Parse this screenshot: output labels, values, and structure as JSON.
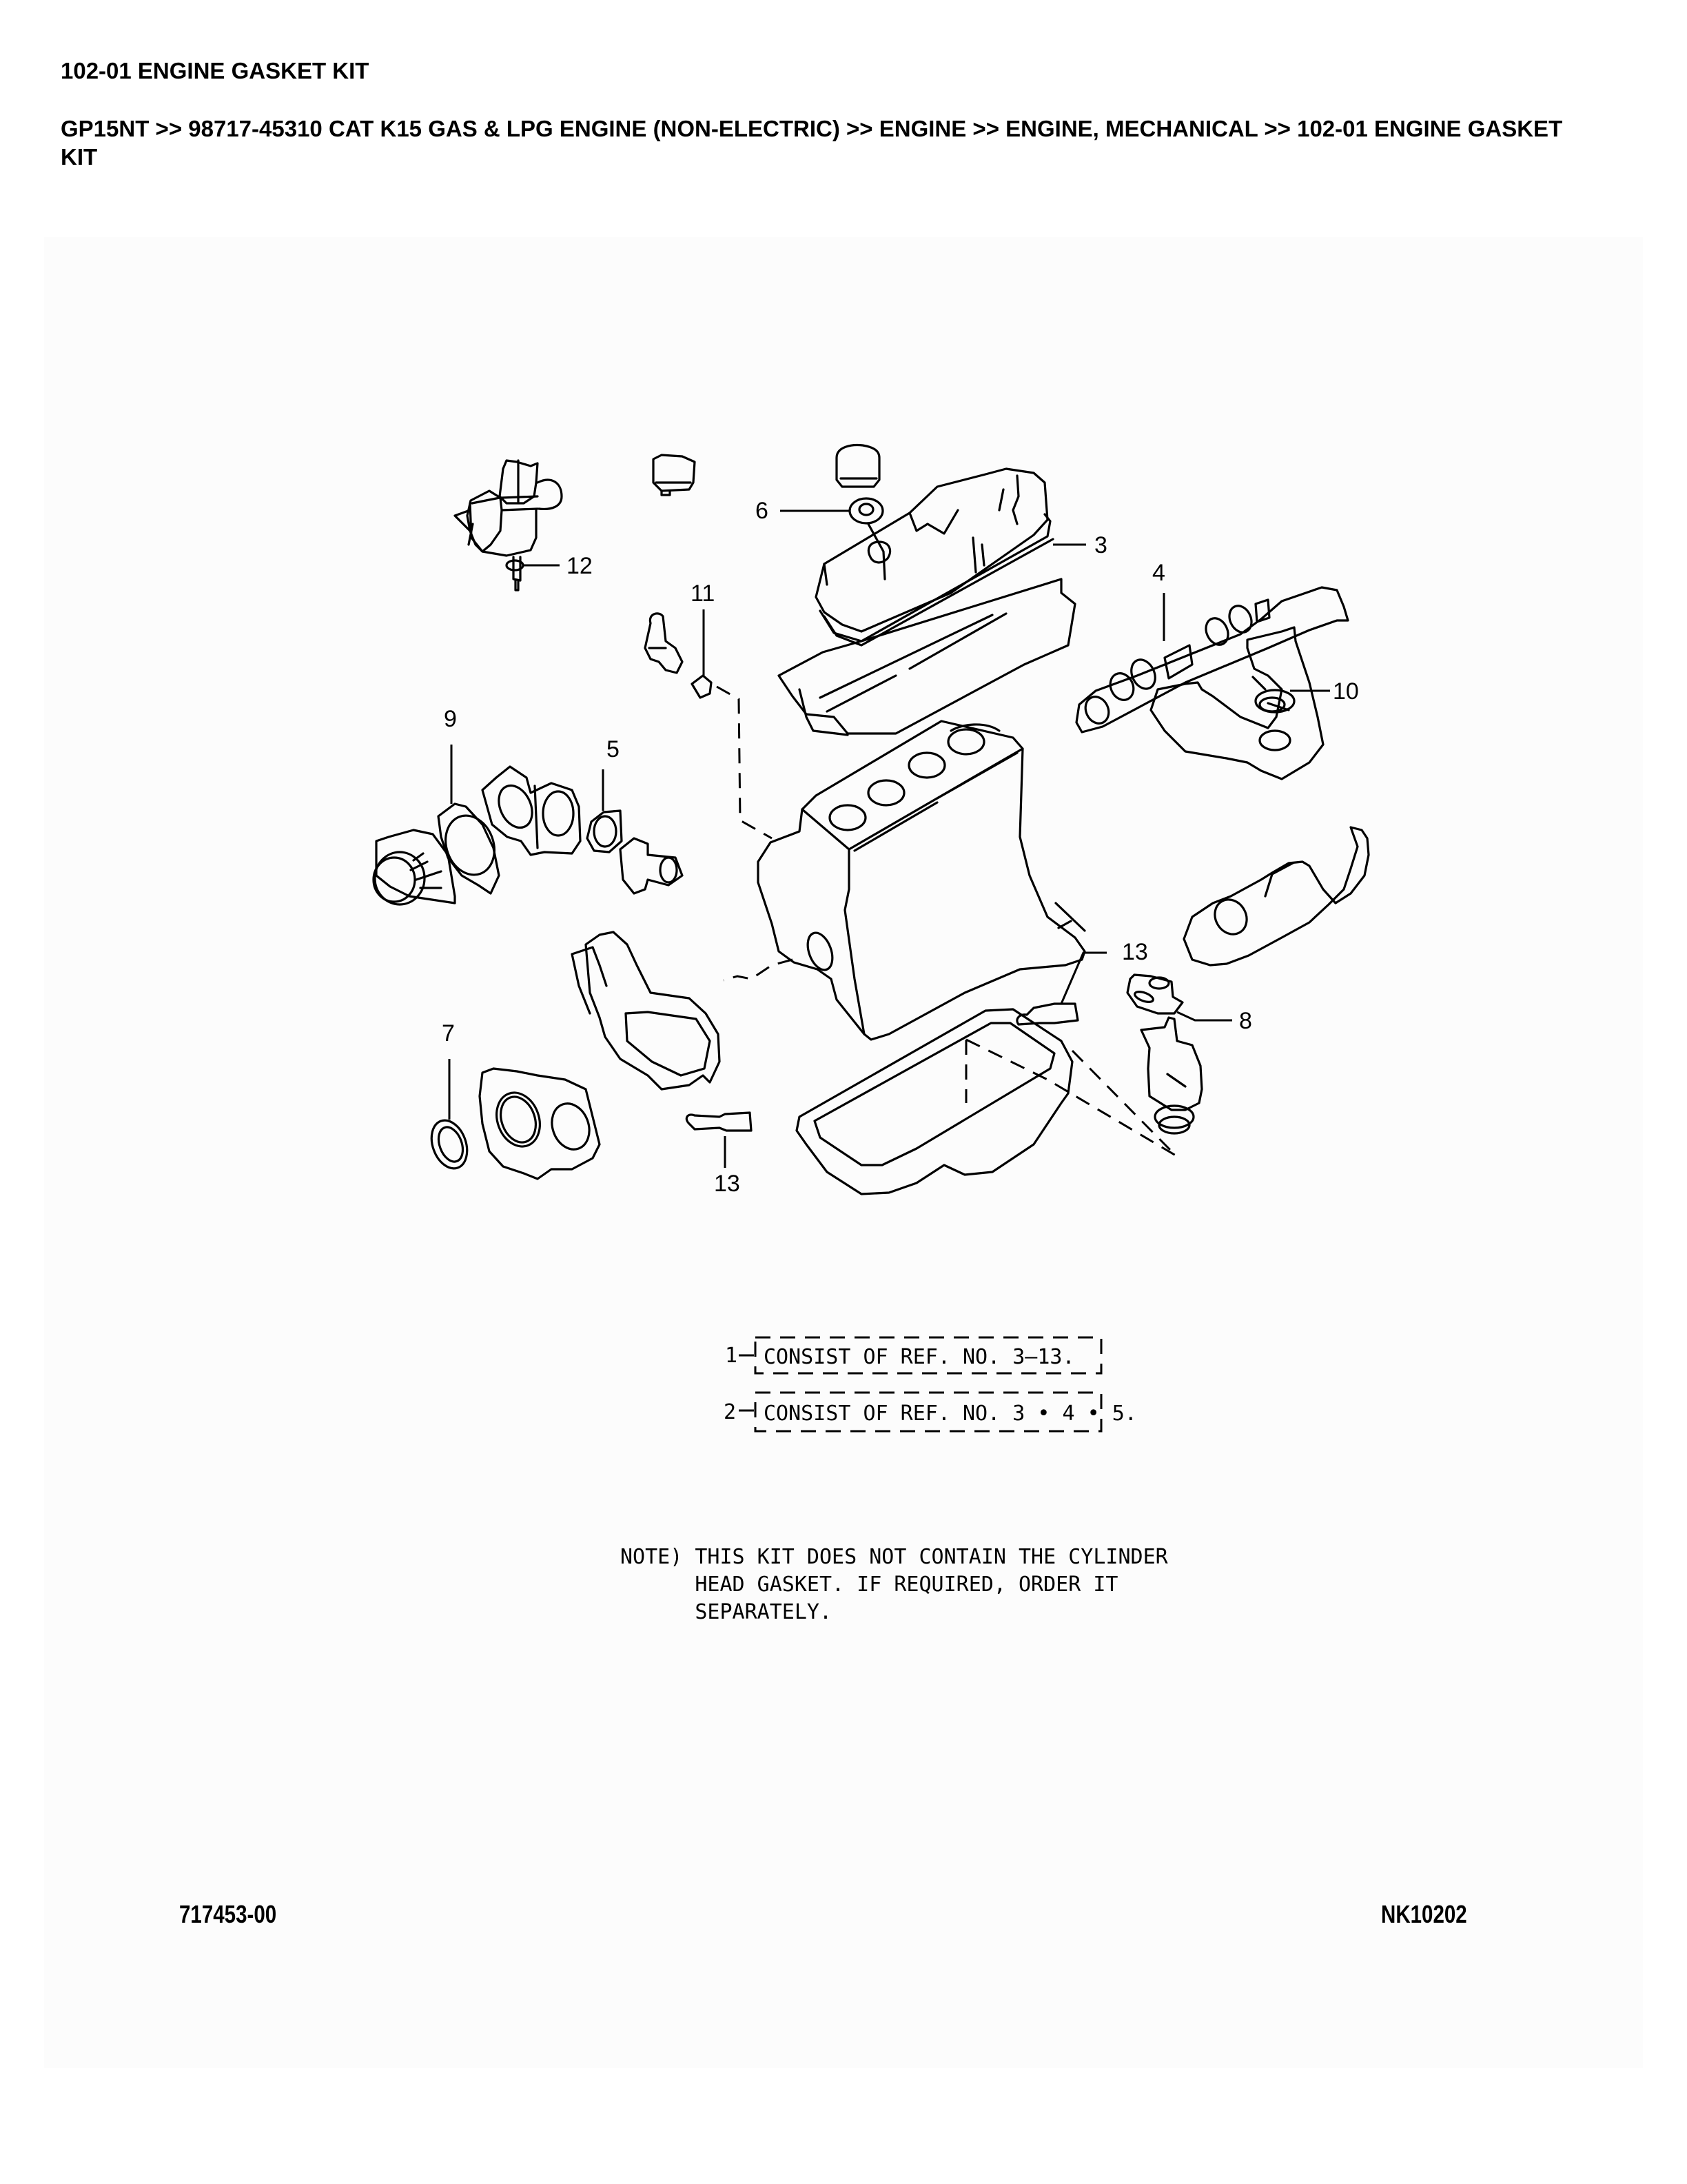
{
  "header": {
    "title": "102-01 ENGINE GASKET KIT",
    "breadcrumb": "GP15NT >> 98717-45310 CAT K15 GAS & LPG ENGINE (NON-ELECTRIC) >> ENGINE >> ENGINE, MECHANICAL >> 102-01 ENGINE GASKET KIT"
  },
  "diagram": {
    "callouts": [
      {
        "ref": "3",
        "part": "cylinder-head-cover-gasket"
      },
      {
        "ref": "4",
        "part": "intake-manifold-gasket"
      },
      {
        "ref": "5",
        "part": "water-outlet-gasket"
      },
      {
        "ref": "6",
        "part": "oil-filler-cap-gasket"
      },
      {
        "ref": "7",
        "part": "front-oil-seal"
      },
      {
        "ref": "8",
        "part": "oil-pump-gasket"
      },
      {
        "ref": "9",
        "part": "water-pump-gasket"
      },
      {
        "ref": "10",
        "part": "exhaust-manifold-gasket"
      },
      {
        "ref": "11",
        "part": "thermo-sensor-gasket"
      },
      {
        "ref": "12",
        "part": "distributor-o-ring"
      },
      {
        "ref": "13",
        "part": "plug-seal"
      },
      {
        "ref": "13",
        "part": "plug-seal"
      }
    ],
    "legend": [
      {
        "ref": "1",
        "text": "CONSIST OF REF. NO. 3—13."
      },
      {
        "ref": "2",
        "text": "CONSIST OF REF. NO. 3 • 4 • 5."
      }
    ],
    "note": {
      "lines": [
        "NOTE) THIS KIT DOES NOT CONTAIN THE CYLINDER",
        "      HEAD GASKET. IF REQUIRED, ORDER IT",
        "      SEPARATELY."
      ]
    },
    "footer_left": "717453-00",
    "footer_right": "NK10202"
  }
}
